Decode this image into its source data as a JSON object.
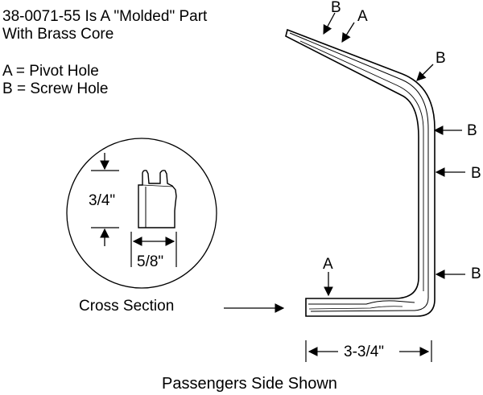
{
  "header": {
    "line1": "38-0071-55 Is A \"Molded\" Part",
    "line2": "With Brass Core"
  },
  "legend": {
    "a": "A = Pivot Hole",
    "b": "B = Screw Hole"
  },
  "cross_section": {
    "height_label": "3/4\"",
    "width_label": "5/8\"",
    "caption": "Cross Section"
  },
  "hole_labels": {
    "top_b": "B",
    "top_a": "A",
    "bend_b": "B",
    "right_b1": "B",
    "right_b2": "B",
    "right_b3": "B",
    "bottom_a": "A"
  },
  "base_dimension": "3-3/4\"",
  "footer": "Passengers Side Shown",
  "colors": {
    "line": "#000000",
    "background": "#ffffff"
  }
}
